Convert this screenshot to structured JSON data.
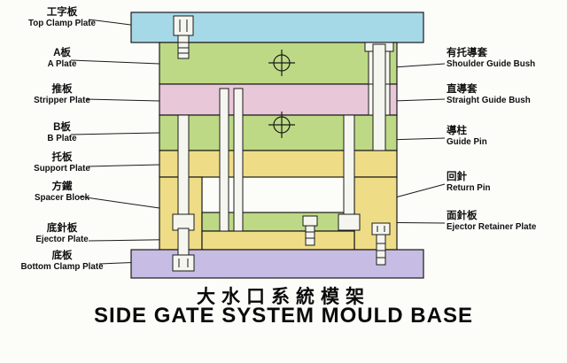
{
  "title": {
    "chinese": "大水口系統模架",
    "english": "SIDE GATE SYSTEM MOULD BASE"
  },
  "left_labels": [
    {
      "zh": "工字板",
      "en": "Top Clamp Plate"
    },
    {
      "zh": "A板",
      "en": "A Plate"
    },
    {
      "zh": "推板",
      "en": "Stripper Plate"
    },
    {
      "zh": "B板",
      "en": "B Plate"
    },
    {
      "zh": "托板",
      "en": "Support Plate"
    },
    {
      "zh": "方鐵",
      "en": "Spacer Block"
    },
    {
      "zh": "底針板",
      "en": "Ejector Plate"
    },
    {
      "zh": "底板",
      "en": "Bottom Clamp Plate"
    }
  ],
  "right_labels": [
    {
      "zh": "有托導套",
      "en": "Shoulder Guide Bush"
    },
    {
      "zh": "直導套",
      "en": "Straight Guide Bush"
    },
    {
      "zh": "導柱",
      "en": "Guide Pin"
    },
    {
      "zh": "回針",
      "en": "Return Pin"
    },
    {
      "zh": "面針板",
      "en": "Ejector Retainer Plate"
    }
  ],
  "colors": {
    "cyan_plate": "#a6d9e8",
    "green_plate": "#bdd985",
    "pink_plate": "#e8c7d9",
    "yellow_plate": "#eedd86",
    "purple_plate": "#c7bce3",
    "metal": "#f6f6f0",
    "outline": "#1a1a1a"
  }
}
